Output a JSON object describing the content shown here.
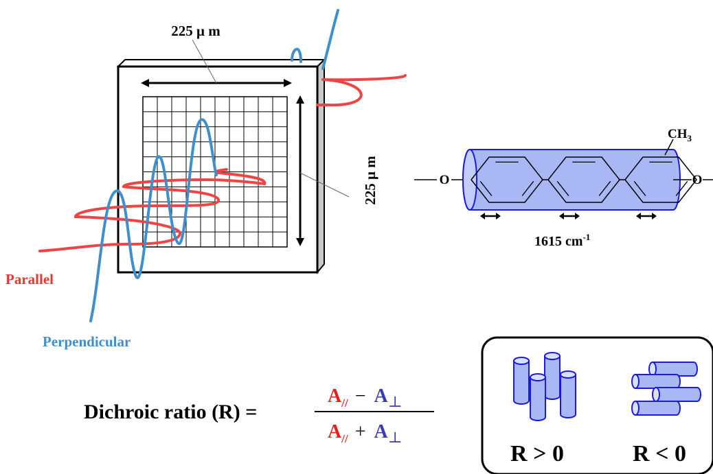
{
  "labels": {
    "width_dim": "225 μ m",
    "height_dim": "225 μ m",
    "parallel": "Parallel",
    "perpendicular": "Perpendicular",
    "wavenumber_value": "1615 cm",
    "wavenumber_exp": "-1",
    "ch3": "CH",
    "ch3_sub": "3",
    "oxygen_left": "O",
    "oxygen_right": "O"
  },
  "formula": {
    "lhs": "Dichroic ratio (R) =",
    "a": "A",
    "parallel_sub": "//",
    "minus": "−",
    "plus": "+",
    "perp_sub": "⊥"
  },
  "box": {
    "r_pos": "R > 0",
    "r_neg": "R < 0"
  },
  "colors": {
    "parallel": "#ee4444",
    "perpendicular": "#3f8fcc",
    "formula_red": "#e0201c",
    "formula_blue": "#3a3ab4",
    "cylinder_fill": "#a9b8f5",
    "cylinder_stroke": "#1a1ae6"
  }
}
